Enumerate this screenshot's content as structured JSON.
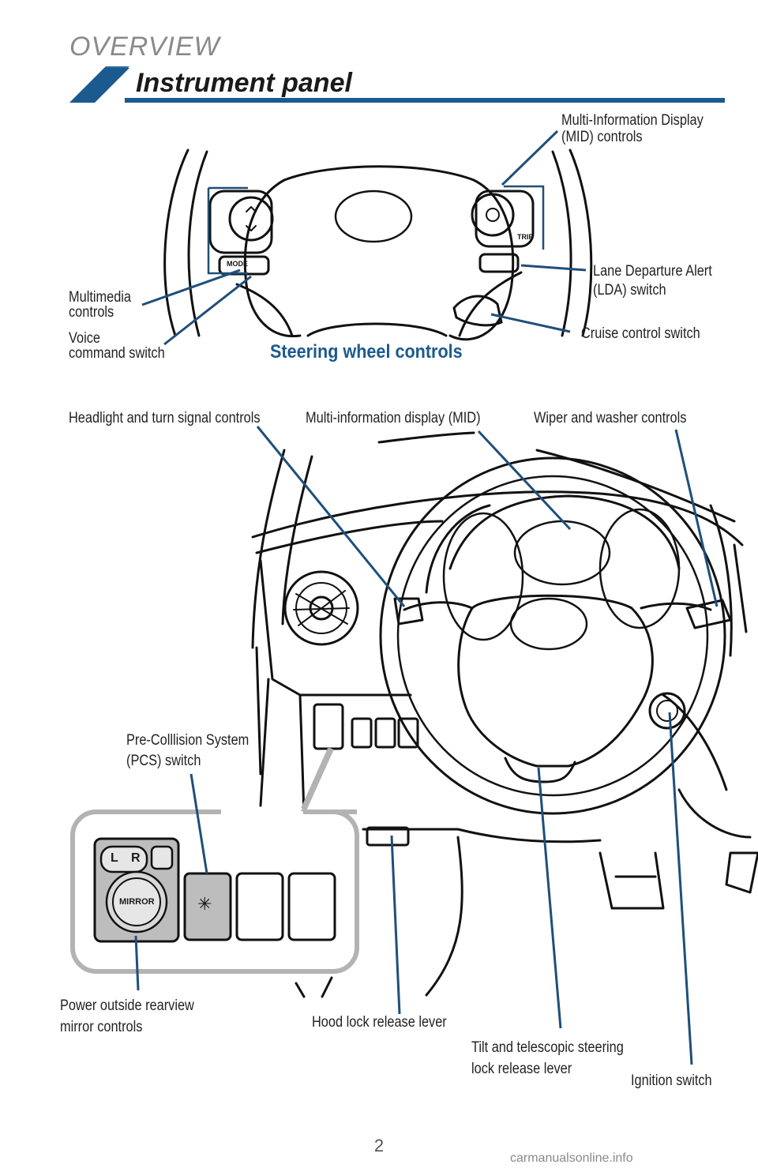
{
  "header": {
    "section": "OVERVIEW",
    "title": "Instrument panel"
  },
  "steering_wheel": {
    "heading": "Steering wheel controls",
    "labels": {
      "mid_controls": [
        "Multi-Information Display",
        "(MID) controls"
      ],
      "lda_switch": [
        "Lane Departure Alert",
        "(LDA) switch"
      ],
      "cruise_control": "Cruise control switch",
      "multimedia": [
        "Multimedia",
        "controls"
      ],
      "voice_command": [
        "Voice",
        "command switch"
      ]
    },
    "button_text": {
      "mode": "MODE",
      "trip": "TRIP"
    }
  },
  "dashboard": {
    "labels": {
      "headlight": "Headlight and turn signal controls",
      "mid": "Multi-information display (MID)",
      "wiper": "Wiper and washer controls",
      "pcs": [
        "Pre-Colllision System",
        "(PCS) switch"
      ],
      "mirror": [
        "Power outside rearview",
        "mirror controls"
      ],
      "hood": "Hood lock release lever",
      "tilt": [
        "Tilt and telescopic steering",
        "lock release lever"
      ],
      "ignition": "Ignition switch"
    },
    "mirror_panel": {
      "left": "L",
      "right": "R",
      "mirror": "MIRROR"
    }
  },
  "footer": {
    "page_number": "2",
    "watermark": "carmanualsonline.info"
  },
  "colors": {
    "accent_blue": "#1b5a8e",
    "callout_blue": "#1f4f7a",
    "title_blue": "#2d6ba0",
    "inset_gray": "#b3b3b3"
  }
}
